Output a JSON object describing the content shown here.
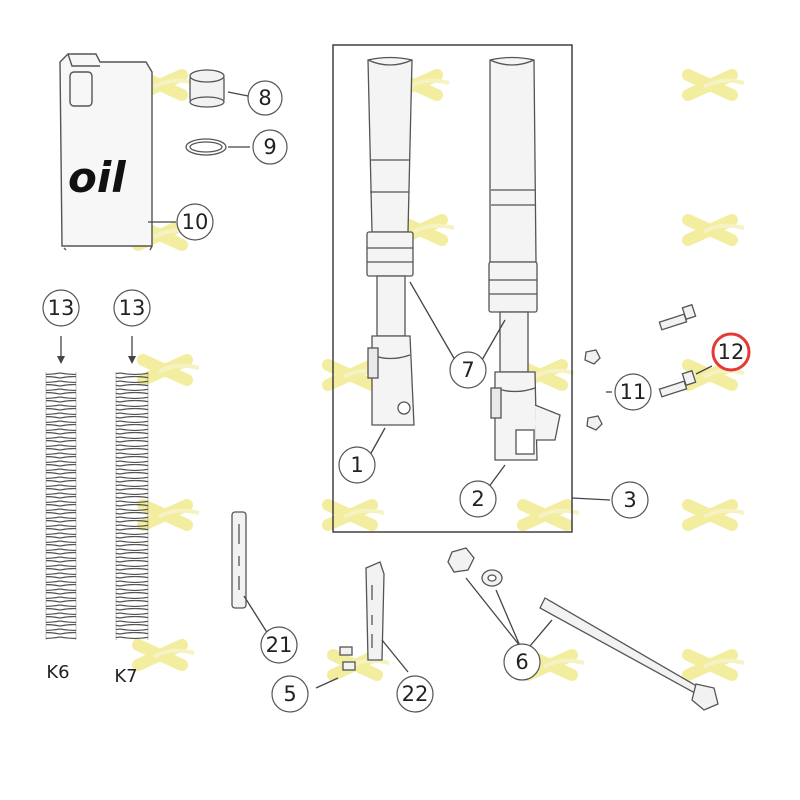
{
  "callouts": {
    "c1": "1",
    "c2": "2",
    "c3": "3",
    "c5": "5",
    "c6": "6",
    "c7": "7",
    "c8": "8",
    "c9": "9",
    "c10": "10",
    "c11": "11",
    "c12": "12",
    "c13a": "13",
    "c13b": "13",
    "c21": "21",
    "c22": "22"
  },
  "labels": {
    "k6": "K6",
    "k7": "K7",
    "oil": "oil"
  },
  "colors": {
    "line": "#444444",
    "highlight": "#e53935",
    "watermark": "#f3ec9a"
  }
}
